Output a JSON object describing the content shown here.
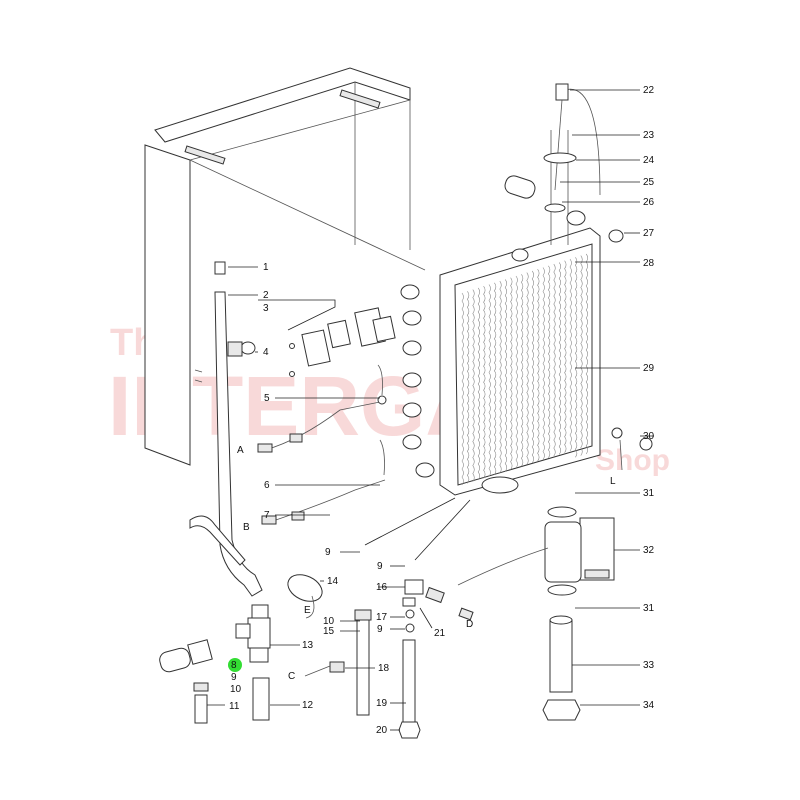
{
  "watermark": {
    "line1": "The",
    "line2": "INTERGAS",
    "line3": "Shop",
    "color": "#f4c4c4"
  },
  "highlight_color": "#33dd33",
  "labels": {
    "n1": "1",
    "n2": "2",
    "n3": "3",
    "n4": "4",
    "n5": "5",
    "n6": "6",
    "n7": "7",
    "n8": "8",
    "n9a": "9",
    "n9b": "9",
    "n9c": "9",
    "n9d": "9",
    "n10a": "10",
    "n10b": "10",
    "n11": "11",
    "n12": "12",
    "n13": "13",
    "n14": "14",
    "n15": "15",
    "n16": "16",
    "n17": "17",
    "n18": "18",
    "n19": "19",
    "n20": "20",
    "n21": "21",
    "n22": "22",
    "n23": "23",
    "n24": "24",
    "n25": "25",
    "n26": "26",
    "n27": "27",
    "n28": "28",
    "n29": "29",
    "n30": "30",
    "n31a": "31",
    "n31b": "31",
    "n32": "32",
    "n33": "33",
    "n34": "34",
    "lA": "A",
    "lB": "B",
    "lC": "C",
    "lD": "D",
    "lE": "E",
    "lL": "L"
  }
}
